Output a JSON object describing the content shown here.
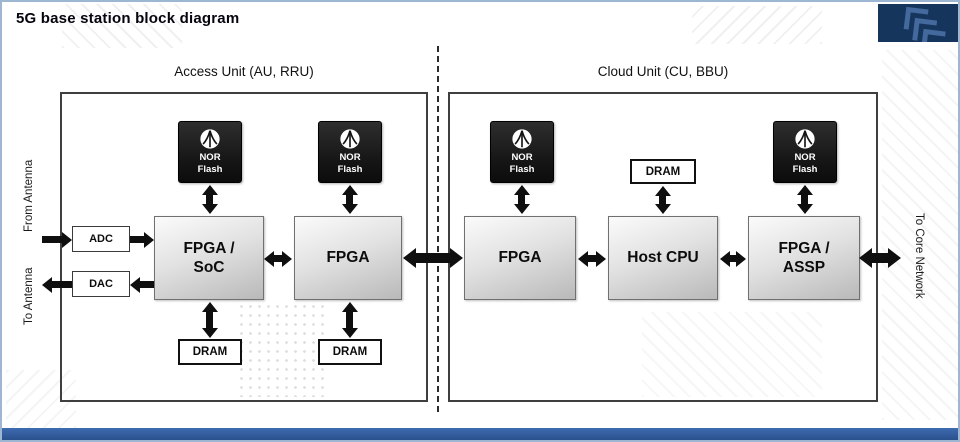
{
  "title": "5G base station block diagram",
  "sections": {
    "access": {
      "label": "Access Unit (AU, RRU)"
    },
    "cloud": {
      "label": "Cloud Unit (CU, BBU)"
    }
  },
  "side_labels": {
    "from_antenna": "From Antenna",
    "to_antenna": "To Antenna",
    "to_core_network": "To Core Network"
  },
  "blocks": {
    "nor_flash": {
      "line1": "NOR",
      "line2": "Flash"
    },
    "fpga_soc": {
      "line1": "FPGA /",
      "line2": "SoC"
    },
    "fpga": "FPGA",
    "host_cpu": "Host CPU",
    "fpga_assp": {
      "line1": "FPGA /",
      "line2": "ASSP"
    },
    "adc": "ADC",
    "dac": "DAC",
    "dram": "DRAM"
  },
  "icons": {
    "logo": "micron-logo-icon",
    "corner": "brand-chevron-icon"
  },
  "colors": {
    "nor_flash_bg": "#141414",
    "footer_bar_blue": "#2e5fa3",
    "corner_navy": "#16355c",
    "frame_border": "#9db6d2"
  }
}
